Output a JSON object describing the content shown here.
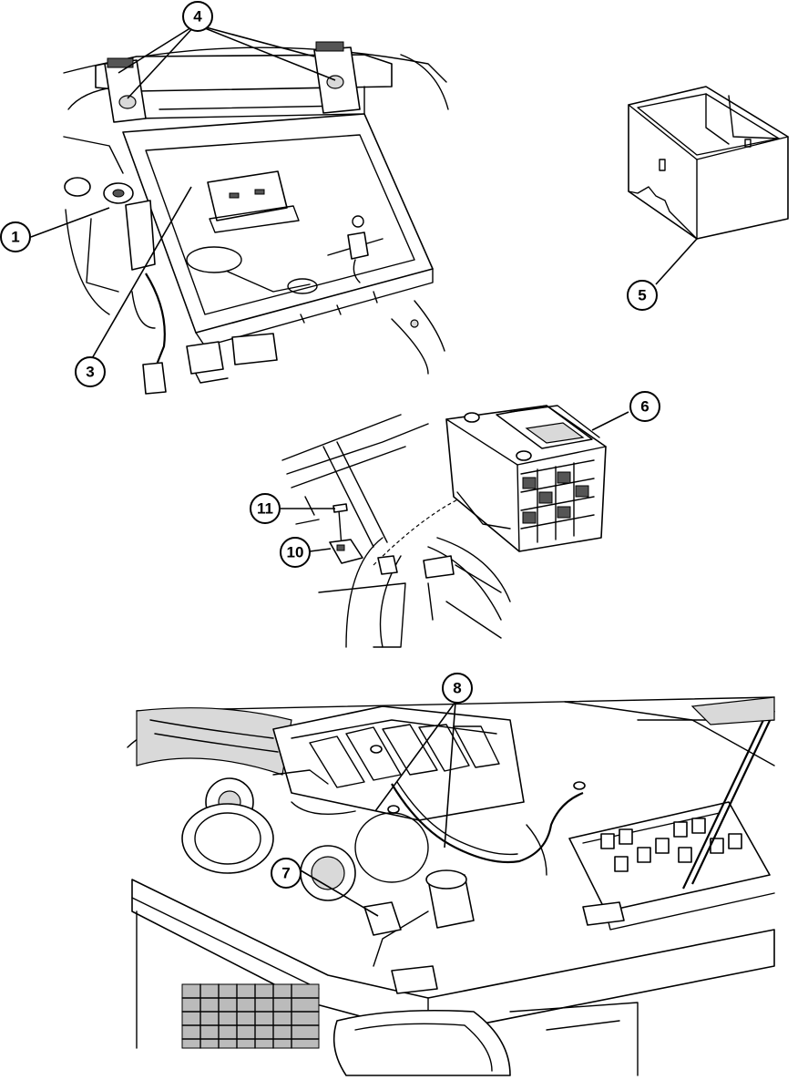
{
  "callouts": [
    {
      "id": "c1",
      "label": "1"
    },
    {
      "id": "c3",
      "label": "3"
    },
    {
      "id": "c4",
      "label": "4"
    },
    {
      "id": "c5",
      "label": "5"
    },
    {
      "id": "c6",
      "label": "6"
    },
    {
      "id": "c7",
      "label": "7"
    },
    {
      "id": "c8",
      "label": "8"
    },
    {
      "id": "c10",
      "label": "10"
    },
    {
      "id": "c11",
      "label": "11"
    }
  ]
}
